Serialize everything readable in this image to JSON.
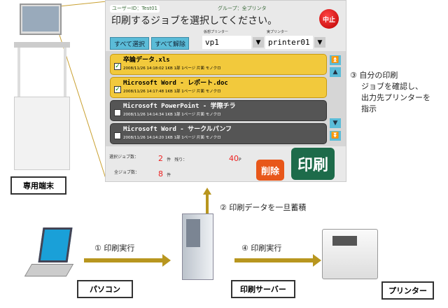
{
  "kiosk": {
    "label": "専用端末"
  },
  "screen": {
    "user_id": "ユーザーID：Test01",
    "group": "グループ：全プリンタ",
    "title": "印刷するジョブを選択してください。",
    "stop": "中止",
    "select_all": "すべて選択",
    "deselect_all": "すべて解除",
    "virtual_printer_label": "仮想プリンター",
    "virtual_printer": "vp1",
    "real_printer_label": "実プリンター",
    "real_printer": "printer01",
    "jobs": [
      {
        "name": "卒論データ.xls",
        "meta": "2008/11/26 14:18:02 1KB 1部 1ページ 片面 モノクロ",
        "checked": true
      },
      {
        "name": "Microsoft Word - レポート.doc",
        "meta": "2008/11/26 14:17:48 1KB 1部 1ページ 片面 モノクロ",
        "checked": true
      },
      {
        "name": "Microsoft PowerPoint - 学際チラ",
        "meta": "2008/11/26 14:14:34 1KB 1部 1ページ 片面 モノクロ",
        "checked": false
      },
      {
        "name": "Microsoft Word - サークルパンフ",
        "meta": "2008/11/26 14:14:20 1KB 1部 1ページ 片面 モノクロ",
        "checked": false
      }
    ],
    "selected_label": "選択ジョブ数：",
    "selected_count": "2",
    "unit": "件",
    "remaining_label": "残り：",
    "remaining": "40",
    "remaining_unit": "P",
    "total_label": "全ジョブ数：",
    "total_count": "8",
    "delete": "削除",
    "print": "印刷"
  },
  "step3": [
    "③ 自分の印刷",
    "ジョブを確認し、",
    "出力先プリンターを",
    "指示"
  ],
  "step2": "② 印刷データを一旦蓄積",
  "step1": "① 印刷実行",
  "step4": "④ 印刷実行",
  "pc": "パソコン",
  "server": "印刷サーバー",
  "printer": "プリンター"
}
